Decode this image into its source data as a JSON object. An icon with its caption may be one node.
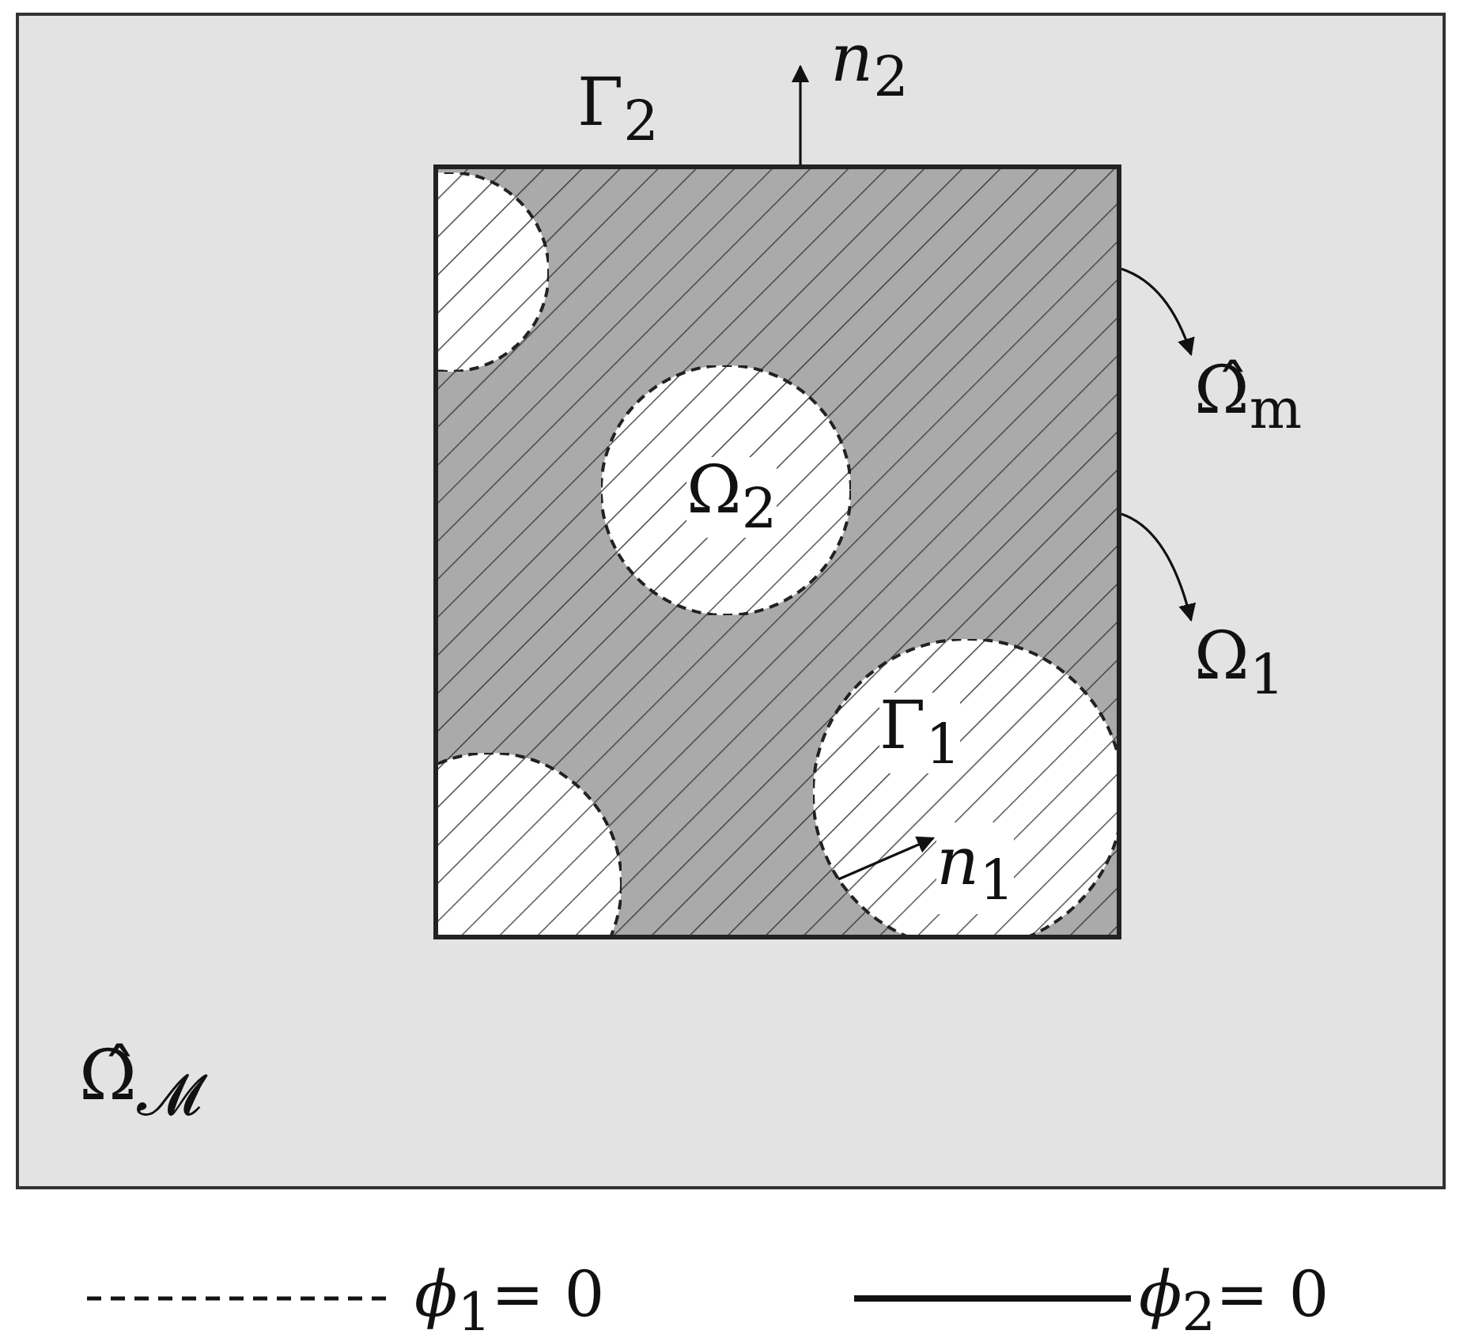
{
  "diagram": {
    "nodes": [
      {
        "text": [
          "Ω̂$_{𝓜}$"
        ]
      },
      {
        "text": [],
        "shape": "box",
        "in": 0
      },
      {
        "text": [],
        "shape": "circle",
        "in": 1
      },
      {
        "text": [
          "Ω$_{2}$"
        ],
        "in": 1
      },
      {
        "text": [],
        "shape": "circle",
        "in": 1
      },
      {
        "text": [
          "Γ$_{1}$"
        ],
        "in": 1
      },
      {
        "text": [
          "Ω̂$_{m}$"
        ],
        "in": 0
      },
      {
        "text": [
          "Ω$_{1}$"
        ],
        "in": 0
      }
    ],
    "edges": [
      {
        "from": 1,
        "to": 6,
        "arrow": "to"
      },
      {
        "from": 1,
        "to": 7,
        "arrow": "to"
      }
    ],
    "labels": [
      "Γ$_{2}$",
      "*n*$_{2}$",
      "*n*$_{1}$"
    ],
    "legend": [
      {
        "text": "*ϕ*$_{1}$= 0"
      },
      {
        "text": "*ϕ*$_{2}$= 0"
      }
    ]
  }
}
